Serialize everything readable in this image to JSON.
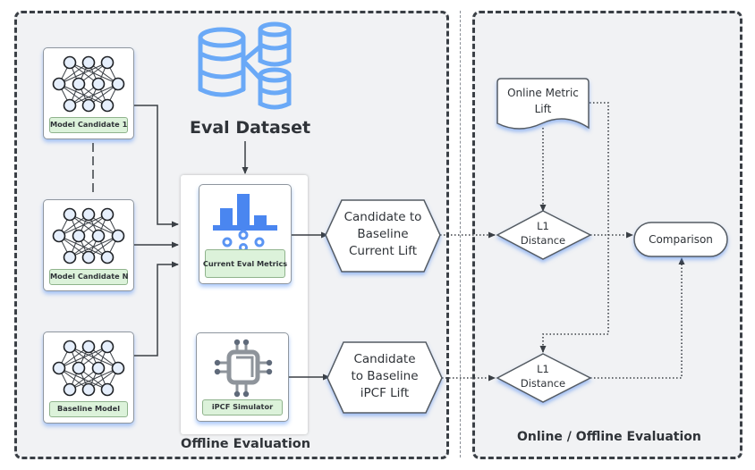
{
  "offline_section": {
    "title": "Offline Evaluation",
    "eval_dataset_label": "Eval Dataset",
    "models": [
      {
        "label": "Model Candidate 1",
        "icon": "neural-network-icon"
      },
      {
        "label": "Model Candidate N",
        "icon": "neural-network-icon"
      },
      {
        "label": "Baseline Model",
        "icon": "neural-network-icon"
      }
    ],
    "current_eval_metrics": {
      "label": "Current Eval Metrics",
      "icon": "bar-chart-icon"
    },
    "ipcf_simulator": {
      "label": "iPCF Simulator",
      "icon": "chip-icon"
    },
    "current_lift": {
      "label_lines": [
        "Candidate to",
        "Baseline",
        "Current Lift"
      ]
    },
    "ipcf_lift": {
      "label_lines": [
        "Candidate",
        "to Baseline",
        "iPCF Lift"
      ]
    }
  },
  "online_section": {
    "title": "Online / Offline Evaluation",
    "online_metric_lift": {
      "label_lines": [
        "Online Metric",
        "Lift"
      ]
    },
    "l1_distance_top": {
      "label_lines": [
        "L1",
        "Distance"
      ]
    },
    "l1_distance_bottom": {
      "label_lines": [
        "L1",
        "Distance"
      ]
    },
    "comparison": {
      "label": "Comparison"
    }
  },
  "colors": {
    "accent_blue": "#4a86f0",
    "db_blue": "#6aa9f7",
    "tag_green": "#dcf2da",
    "panel_bg": "#f1f2f4",
    "stroke_dark": "#3a3f45"
  }
}
